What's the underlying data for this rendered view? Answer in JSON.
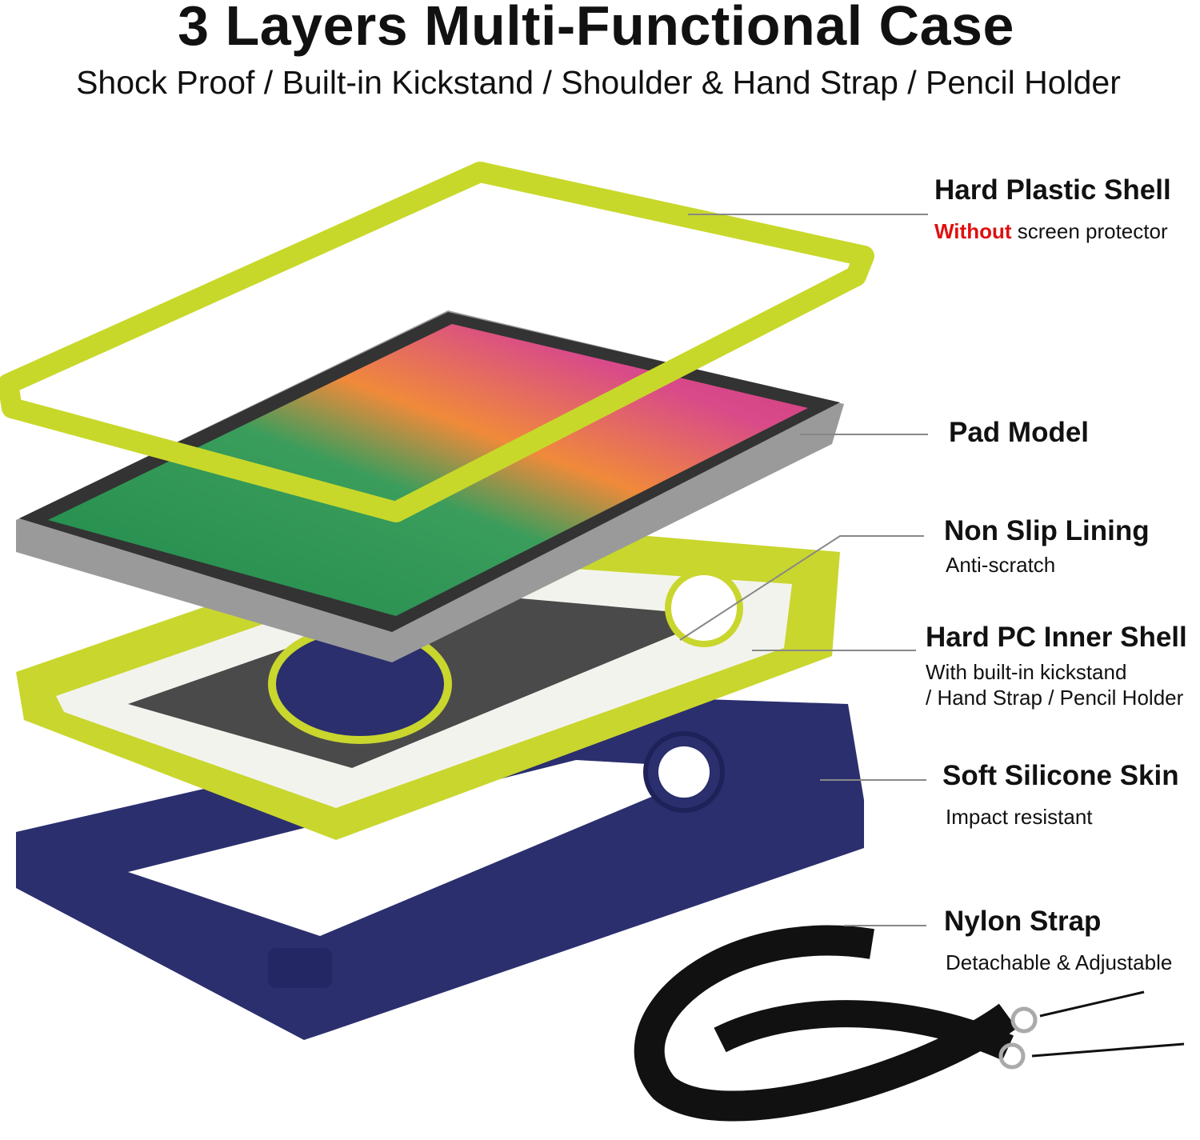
{
  "header": {
    "title": "3 Layers Multi-Functional Case",
    "subtitle": "Shock Proof / Built-in Kickstand / Shoulder & Hand Strap / Pencil Holder"
  },
  "callouts": [
    {
      "title": "Hard Plastic Shell",
      "highlight": "Without",
      "detail": "screen protector"
    },
    {
      "title": "Pad Model"
    },
    {
      "title": "Non Slip Lining",
      "detail": "Anti-scratch"
    },
    {
      "title": "Hard PC Inner Shell",
      "detail_line1": "With built-in kickstand",
      "detail_line2": "/ Hand Strap / Pencil Holder"
    },
    {
      "title": "Soft Silicone Skin",
      "detail": "Impact resistant"
    },
    {
      "title": "Nylon Strap",
      "detail": "Detachable & Adjustable"
    }
  ],
  "colors": {
    "shell": "#c8d82a",
    "skin": "#2b2f6e",
    "highlight": "#e01010",
    "strap": "#111111"
  }
}
